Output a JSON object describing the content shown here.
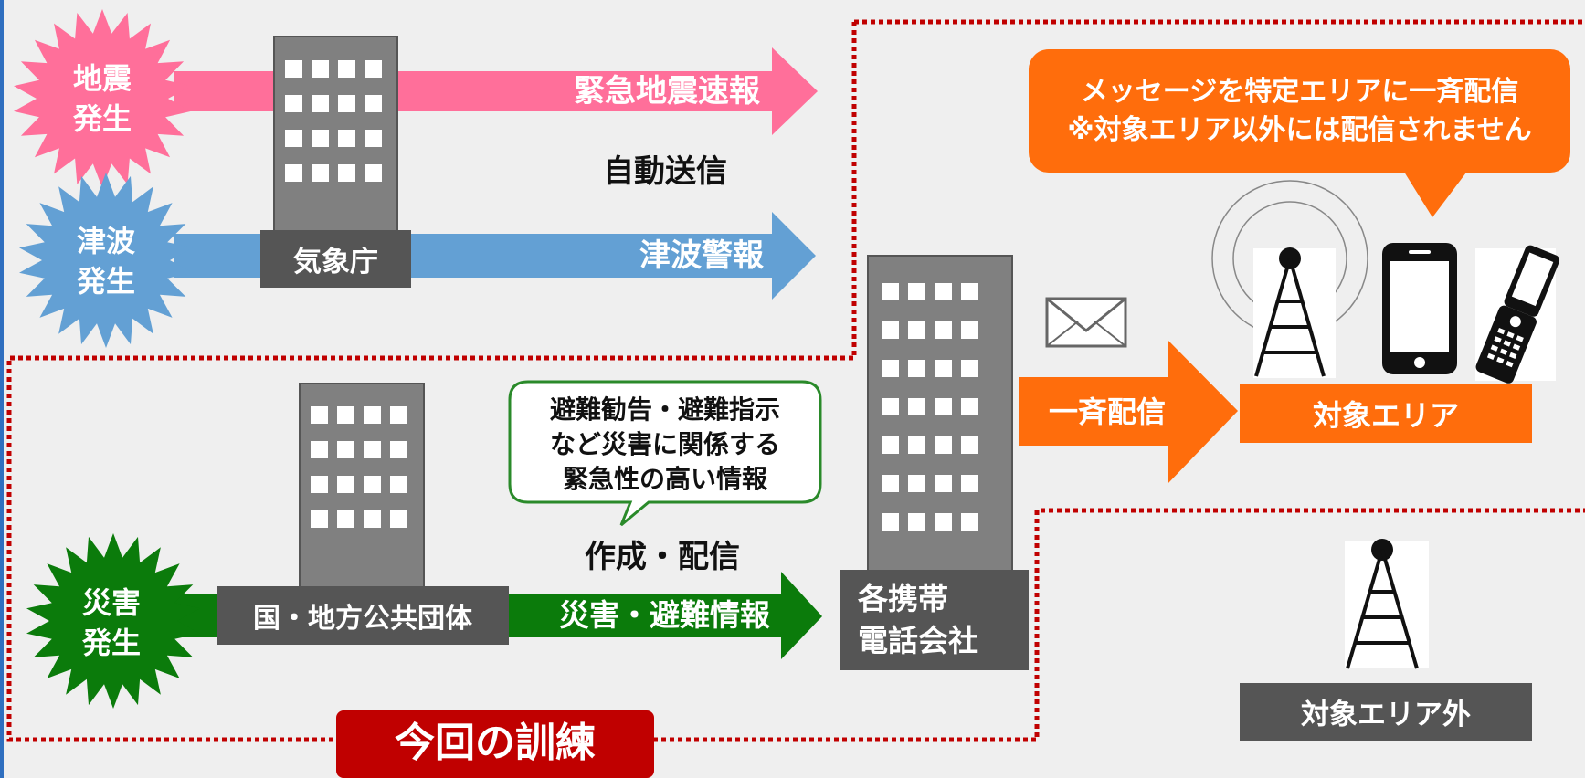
{
  "colors": {
    "pink": "#ff6f9a",
    "blue": "#63a0d4",
    "green": "#0b7b0b",
    "orange": "#ff6d0c",
    "building": "#808080",
    "dark_box": "#555555",
    "red_dotted": "#c00000",
    "training_red": "#c00000",
    "bubble_border": "#2a8a2a"
  },
  "icons": [
    "envelope-icon",
    "radio-tower-icon",
    "smartphone-icon",
    "flip-phone-icon",
    "building-icon"
  ],
  "top": {
    "earthquake": {
      "line1": "地震",
      "line2": "発生"
    },
    "tsunami": {
      "line1": "津波",
      "line2": "発生"
    },
    "agency": "気象庁",
    "quake_alert": "緊急地震速報",
    "auto_send": "自動送信",
    "tsunami_alert": "津波警報"
  },
  "bottom": {
    "disaster": {
      "line1": "災害",
      "line2": "発生"
    },
    "government": "国・地方公共団体",
    "bubble": {
      "line1": "避難勧告・避難指示",
      "line2": "など災害に関係する",
      "line3": "緊急性の高い情報"
    },
    "create_send": "作成・配信",
    "disaster_info": "災害・避難情報",
    "training": "今回の訓練"
  },
  "carriers": {
    "line1": "各携帯",
    "line2": "電話会社"
  },
  "broadcast": "一斉配信",
  "message_bubble": {
    "line1": "メッセージを特定エリアに一斉配信",
    "line2": "※対象エリア以外には配信されません"
  },
  "target_area": "対象エリア",
  "outside_area": "対象エリア外"
}
